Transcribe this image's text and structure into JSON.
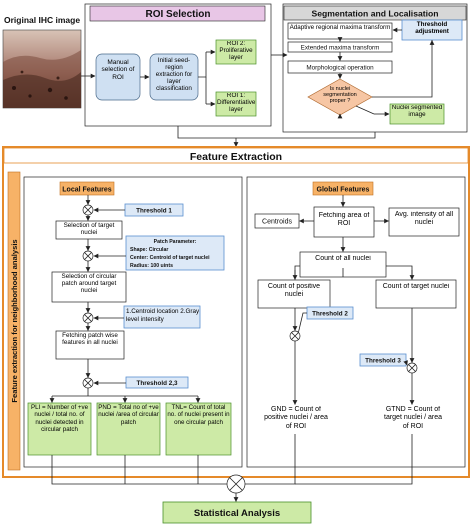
{
  "image_label": "Original IHC image",
  "roi": {
    "title": "ROI Selection",
    "manual": "Manual selection of ROI",
    "initial": "Initial seed-region extraction for layer classification",
    "roi2": "ROI 2: Proliferative layer",
    "roi1": "ROI 1: Differentiative layer"
  },
  "seg": {
    "title": "Segmentation and Localisation",
    "adaptive": "Adaptive regional maxima transform",
    "extended": "Extended maxima transform",
    "morph": "Morphological operation",
    "threshold_adj": "Threshold adjustment",
    "proper": "Is nuclei segmentation proper ?",
    "segmented": "Nuclei segmented image"
  },
  "fe": {
    "title": "Feature Extraction",
    "side": "Feature extraction for neighborhood analysis",
    "local": {
      "title": "Local Features",
      "threshold1": "Threshold 1",
      "sel_target": "Selection of target nuclei",
      "patch_param_title": "Patch Parameter:",
      "patch_shape": "Shape: Circular",
      "patch_center": "Center: Centroid of target nuclei",
      "patch_radius": "Radius: 100 uints",
      "sel_circ": "Selection of circular patch around target nuclei",
      "features": "1.Centroid location 2.Gray level intensity",
      "fetch_patch": "Fetching patch wise features in all nuclei",
      "threshold23": "Threshold 2,3",
      "pli": "PLI = Number of +ve nuclei / total no. of nuclei detected in circular patch",
      "pnd": "PND = Total no of +ve nuclei /area of circular patch",
      "tnl": "TNL= Count of total no. of nuclei present in one circular patch"
    },
    "global": {
      "title": "Global Features",
      "centroids": "Centroids",
      "fetch_area": "Fetching area of ROI",
      "avg": "Avg. intensity of all nuclei",
      "count_all": "Count of all nuclei",
      "count_pos": "Count of positive nuclei",
      "count_target": "Count of target nuclei",
      "threshold2": "Threshold 2",
      "threshold3": "Threshold 3",
      "gnd": "GND = Count of positive nuclei / area of ROI",
      "gtnd": "GTND = Count of target nuclei / area of ROI"
    }
  },
  "stat": "Statistical Analysis",
  "colors": {
    "roi_title_bg": "#e8c6e6",
    "seg_title_bg": "#d7d7d7",
    "fe_border": "#e58a2a",
    "orange_hdr": "#f7b267",
    "blue_box": "#dde9f7",
    "blue_border": "#5b8fcf",
    "green_box": "#cdeaa6",
    "green_border": "#4a8f2a",
    "roi_process": "#cfe0f2",
    "decision_box": "#f6c6a4",
    "tissue_light": "#d8c3b6",
    "tissue_dark": "#5c3428"
  }
}
